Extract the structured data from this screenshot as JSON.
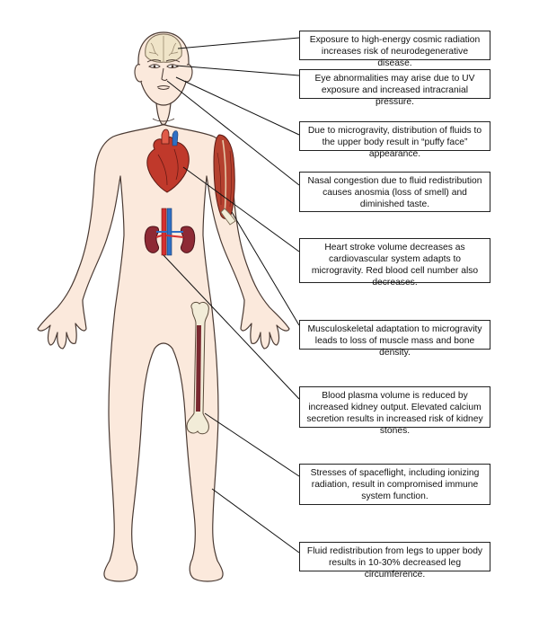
{
  "callouts": [
    {
      "id": "cosmic-radiation",
      "text": "Exposure to high-energy cosmic radiation increases risk of neurodegenerative disease."
    },
    {
      "id": "eye-abnormalities",
      "text": "Eye abnormalities may arise due to UV exposure and increased intracranial pressure."
    },
    {
      "id": "puffy-face",
      "text": "Due to microgravity, distribution of fluids to the upper body result in “puffy face” appearance."
    },
    {
      "id": "nasal-congestion",
      "text": "Nasal congestion due to fluid redistribution causes anosmia (loss of smell) and diminished taste."
    },
    {
      "id": "heart-stroke-volume",
      "text": "Heart stroke volume decreases as cardiovascular system adapts to microgravity.  Red blood cell number also decreases."
    },
    {
      "id": "musculoskeletal",
      "text": "Musculoskeletal adaptation to microgravity leads to loss of muscle mass and bone density."
    },
    {
      "id": "blood-plasma",
      "text": "Blood plasma volume is reduced by increased kidney output.  Elevated calcium secretion results in increased risk of kidney stones."
    },
    {
      "id": "immune-system",
      "text": "Stresses of spaceflight, including ionizing radiation, result in compromised immune system function."
    },
    {
      "id": "leg-circumference",
      "text": "Fluid redistribution from legs to upper body results in 10-30% decreased leg circumference."
    }
  ],
  "colors": {
    "skin": "#fbe9dc",
    "outline": "#4a3a33",
    "heart": "#c0392b",
    "kidney": "#8e2a35",
    "artery": "#d62f2f",
    "vein": "#2f6fc4",
    "muscle": "#b5412f",
    "bone": "#f2ecd8",
    "marrow": "#7a2830",
    "brain": "#efe4c8",
    "leader": "#111111"
  }
}
